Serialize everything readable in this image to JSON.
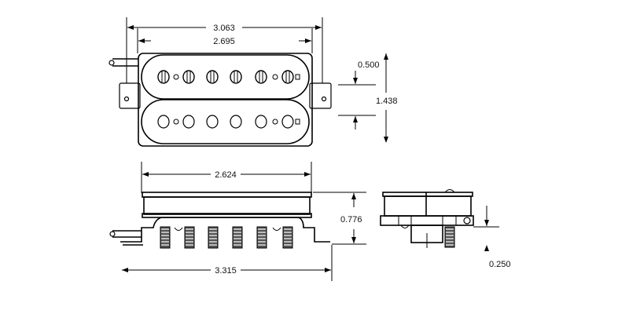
{
  "drawing": {
    "title": "Humbucker pickup dimensional drawing",
    "top_view": {
      "overall_width": "3.063",
      "cover_width": "2.695",
      "coil_spacing": "0.500",
      "overall_height": "1.438"
    },
    "front_view": {
      "cover_length": "2.624",
      "baseplate_length": "3.315",
      "height": "0.776"
    },
    "side_view": {
      "screw_protrusion": "0.250"
    },
    "pole_count_per_coil": 6,
    "line_color": "#000000",
    "background_color": "#ffffff"
  }
}
